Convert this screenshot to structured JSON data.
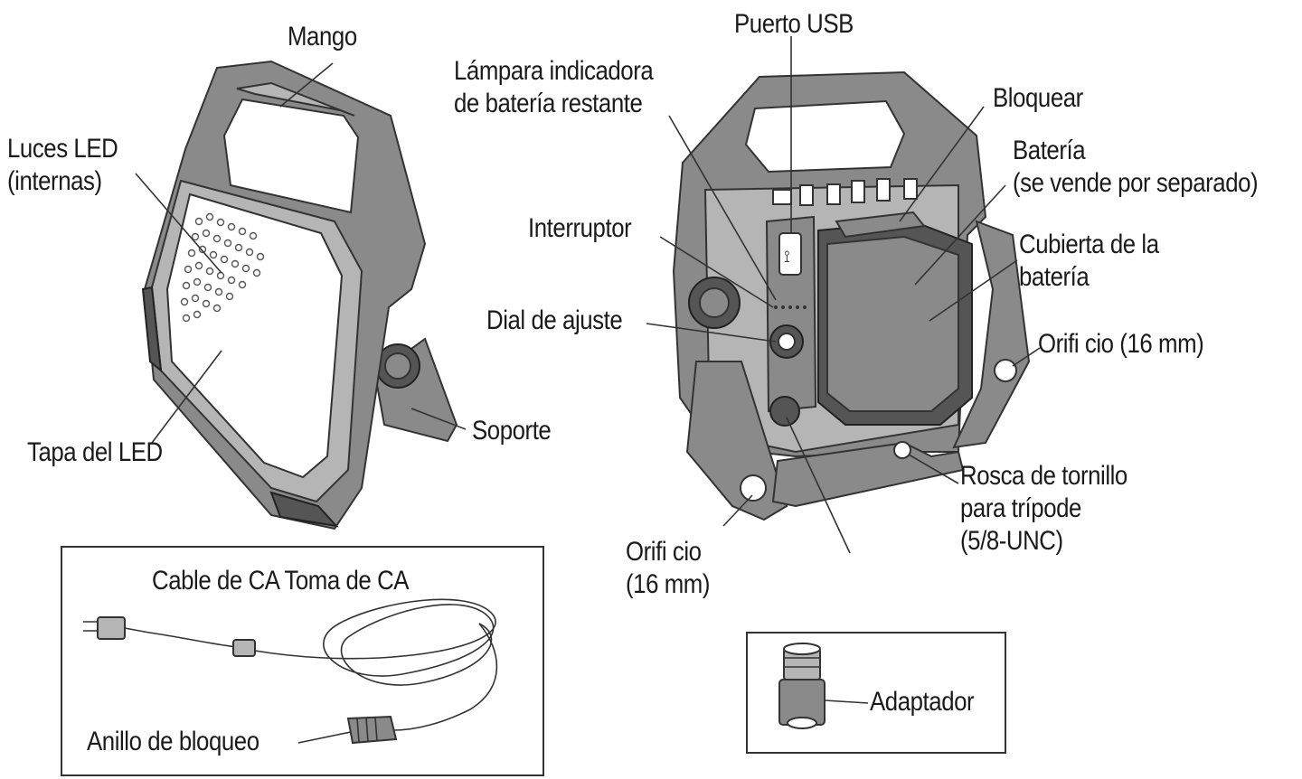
{
  "labels": {
    "mango": "Mango",
    "luces_led": "Luces LED",
    "internas": "(internas)",
    "tapa_led": "Tapa del LED",
    "soporte": "Soporte",
    "puerto_usb": "Puerto USB",
    "lampara_1": "Lámpara indicadora",
    "lampara_2": "de batería restante",
    "bloquear": "Bloquear",
    "bateria_1": "Batería",
    "bateria_2": "(se vende por separado)",
    "interruptor": "Interruptor",
    "cubierta_1": "Cubierta de la",
    "cubierta_2": "batería",
    "dial": "Dial de ajuste",
    "orificio_right": "Orifi cio (16 mm)",
    "rosca_1": "Rosca de tornillo",
    "rosca_2": "para trípode",
    "rosca_3": "(5/8-UNC)",
    "orificio_bottom_1": "Orifi cio",
    "orificio_bottom_2": "(16 mm)",
    "cable_ca": "Cable de CA Toma de CA",
    "anillo": "Anillo de bloqueo",
    "adaptador": "Adaptador"
  }
}
